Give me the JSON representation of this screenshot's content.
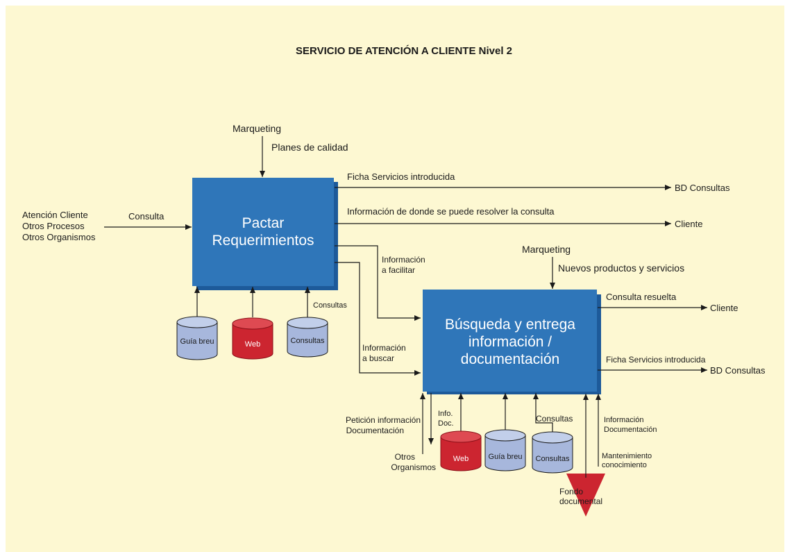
{
  "title": "SERVICIO DE ATENCIÓN A CLIENTE Nivel 2",
  "colors": {
    "background": "#fdf8d2",
    "process_box": "#2f76b9",
    "process_shadow": "#1d5a9a",
    "cylinder_blue": "#a7b7dc",
    "cylinder_red": "#cc2530",
    "archive_triangle": "#cc2530"
  },
  "boxes": {
    "box1": {
      "line1": "Pactar",
      "line2": "Requerimientos"
    },
    "box2": {
      "line1": "Búsqueda y entrega",
      "line2": "información /",
      "line3": "documentación"
    }
  },
  "box1_inputs": {
    "source_line1": "Atención Cliente",
    "source_line2": "Otros Procesos",
    "source_line3": "Otros Organismos",
    "consulta": "Consulta",
    "marqueting": "Marqueting",
    "planes": "Planes de calidad"
  },
  "box1_outputs": {
    "ficha": "Ficha Servicios introducida",
    "bd_consultas": "BD Consultas",
    "informacion_donde": "Información de donde se puede resolver la consulta",
    "cliente": "Cliente",
    "info_facilitar_1": "Información",
    "info_facilitar_2": "a facilitar",
    "info_buscar_1": "Información",
    "info_buscar_2": "a buscar"
  },
  "box1_stores": {
    "guia_breu": "Guía breu",
    "web": "Web",
    "consultas": "Consultas",
    "consultas_arrow": "Consultas"
  },
  "box2_inputs": {
    "marqueting": "Marqueting",
    "nuevos": "Nuevos productos y servicios"
  },
  "box2_outputs": {
    "consulta_resuelta": "Consulta resuelta",
    "cliente": "Cliente",
    "ficha": "Ficha Servicios introducida",
    "bd_consultas": "BD Consultas"
  },
  "box2_bottom": {
    "peticion_1": "Petición información",
    "peticion_2": "Documentación",
    "otros_1": "Otros",
    "otros_2": "Organismos",
    "info_doc_1": "Info.",
    "info_doc_2": "Doc.",
    "web": "Web",
    "guia_breu": "Guía breu",
    "consultas": "Consultas",
    "consultas_arrow": "Consultas",
    "info_documentacion_1": "Información",
    "info_documentacion_2": "Documentación",
    "mantenimiento_1": "Mantenimiento",
    "mantenimiento_2": "conocimiento",
    "fondo_1": "Fondo",
    "fondo_2": "documental"
  }
}
